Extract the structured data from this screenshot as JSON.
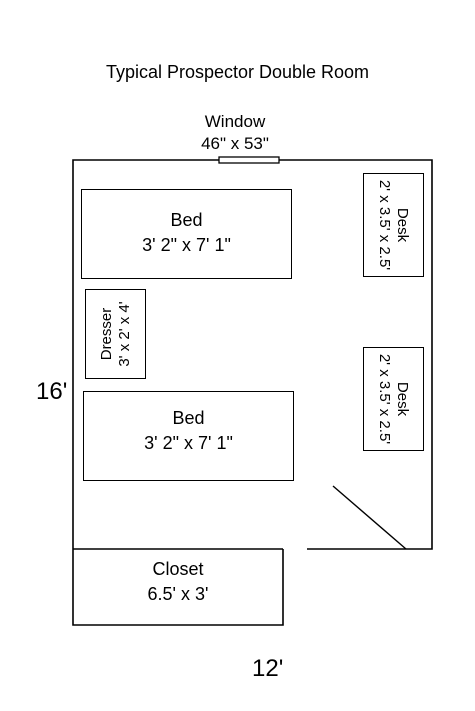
{
  "title": "Typical Prospector Double Room",
  "window": {
    "label": "Window",
    "size": "46\" x 53\""
  },
  "beds": [
    {
      "label": "Bed",
      "size": "3' 2\" x 7' 1\""
    },
    {
      "label": "Bed",
      "size": "3' 2\" x 7' 1\""
    }
  ],
  "dresser": {
    "label": "Dresser",
    "size": "3' x 2' x 4'"
  },
  "desks": [
    {
      "label": "Desk",
      "size": "2' x 3.5' x 2.5'"
    },
    {
      "label": "Desk",
      "size": "2' x 3.5' x 2.5'"
    }
  ],
  "closet": {
    "label": "Closet",
    "size": "6.5' x 3'"
  },
  "dimensions": {
    "height": "16'",
    "width": "12'"
  }
}
